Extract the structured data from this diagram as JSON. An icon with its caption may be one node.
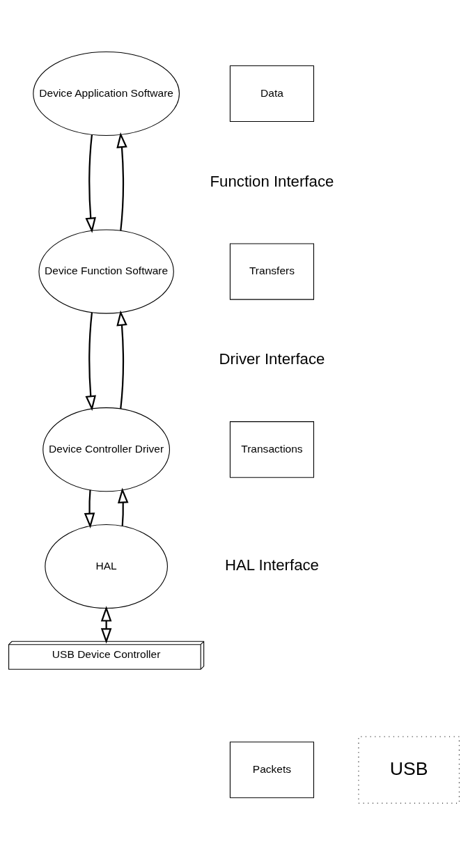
{
  "diagram": {
    "nodes": [
      {
        "text": [
          "Device Application Software"
        ]
      },
      {
        "text": [
          "Data"
        ]
      },
      {
        "text": [
          "Device Function Software"
        ]
      },
      {
        "text": [
          "Transfers"
        ]
      },
      {
        "text": [
          "Device Controller Driver"
        ]
      },
      {
        "text": [
          "Transactions"
        ]
      },
      {
        "text": [
          "HAL"
        ]
      },
      {
        "text": [
          "USB Device Controller"
        ]
      },
      {
        "text": [
          "Packets"
        ]
      },
      {
        "text": [
          "USB"
        ]
      }
    ],
    "edges": [
      {
        "from": 0,
        "to": 2,
        "arrow": "to"
      },
      {
        "from": 2,
        "to": 0,
        "arrow": "to"
      },
      {
        "from": 2,
        "to": 4,
        "arrow": "to"
      },
      {
        "from": 4,
        "to": 2,
        "arrow": "to"
      },
      {
        "from": 4,
        "to": 6,
        "arrow": "to"
      },
      {
        "from": 6,
        "to": 4,
        "arrow": "to"
      },
      {
        "from": 6,
        "to": 7,
        "arrow": "both"
      }
    ],
    "labels": [
      "Function Interface",
      "Driver Interface",
      "HAL Interface"
    ]
  }
}
